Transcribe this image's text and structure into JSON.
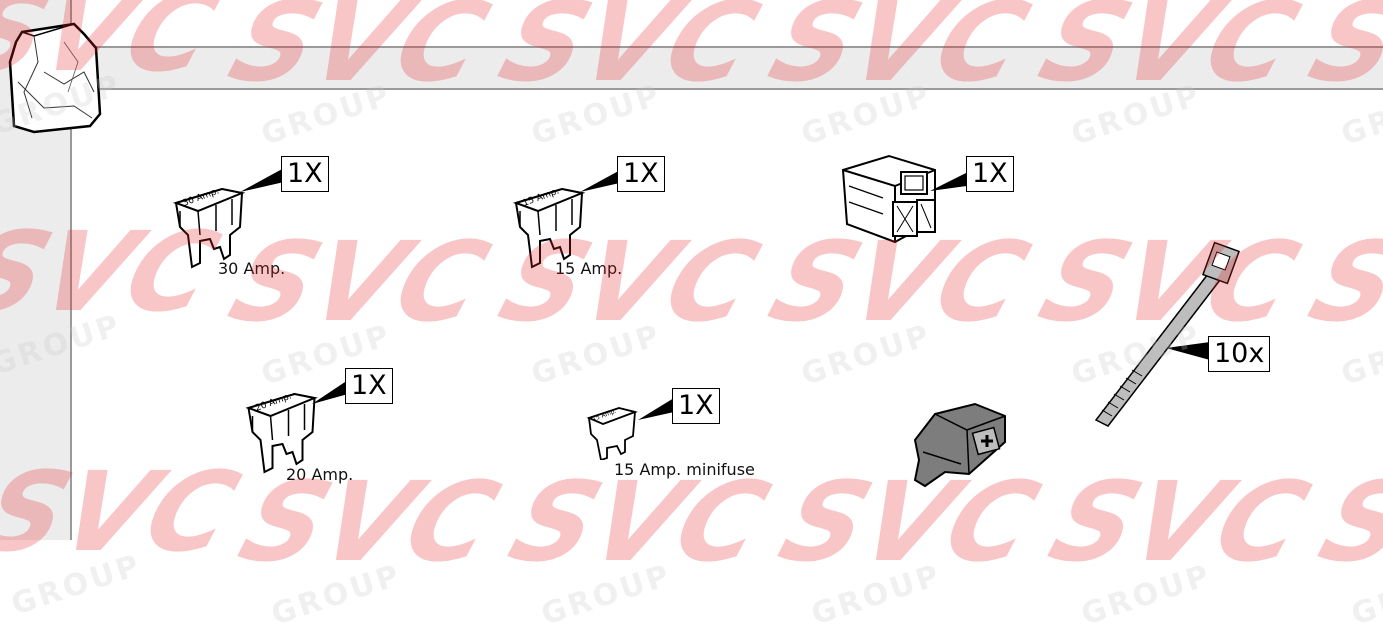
{
  "parts": [
    {
      "id": "fuse-30",
      "fuse_label": "30 Amp.",
      "qty": "1X",
      "caption": "30 Amp."
    },
    {
      "id": "fuse-15",
      "fuse_label": "15 Amp.",
      "qty": "1X",
      "caption": "15 Amp."
    },
    {
      "id": "connector",
      "qty": "1X"
    },
    {
      "id": "fuse-20",
      "fuse_label": "20 Amp.",
      "qty": "1X",
      "caption": "20 Amp."
    },
    {
      "id": "minifuse",
      "fuse_label": "15 Amp.",
      "qty": "1X",
      "caption": "15 Amp. minifuse"
    },
    {
      "id": "cable-tie",
      "qty": "10x"
    }
  ],
  "watermark": {
    "brand": "SVC",
    "sub": "GROUP",
    "color": "#e8262b"
  }
}
